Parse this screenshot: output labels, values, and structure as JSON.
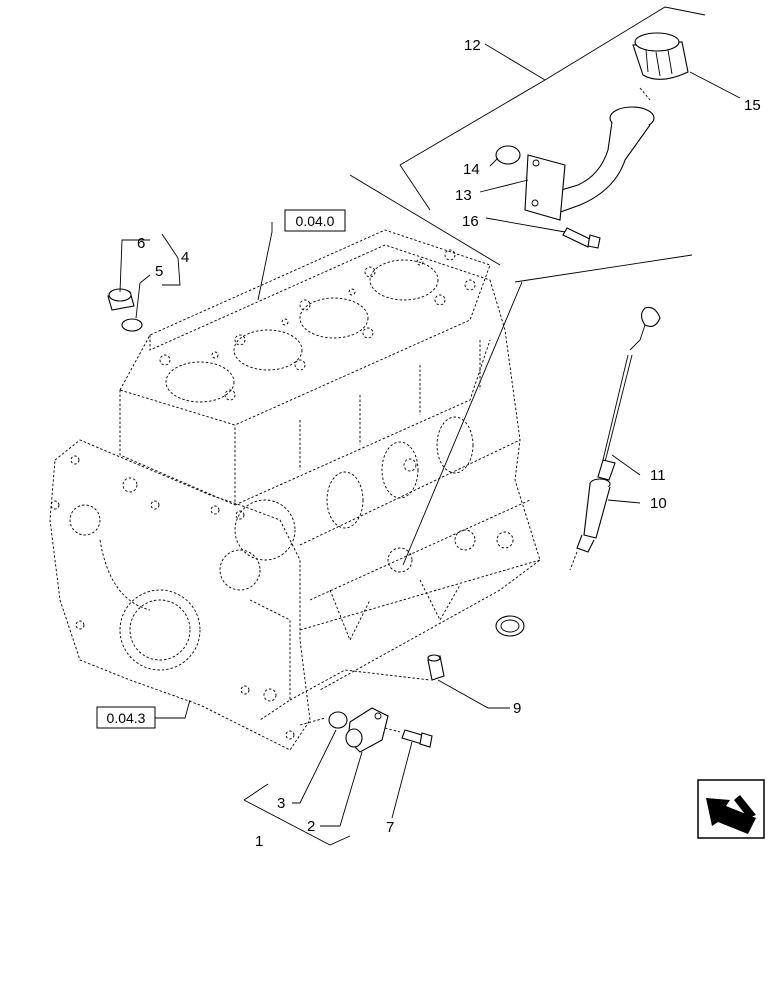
{
  "diagram": {
    "part_numbers": {
      "p1": "1",
      "p2": "2",
      "p3": "3",
      "p4": "4",
      "p5": "5",
      "p6": "6",
      "p7": "7",
      "p9": "9",
      "p10": "10",
      "p11": "11",
      "p12": "12",
      "p13": "13",
      "p14": "14",
      "p15": "15",
      "p16": "16"
    },
    "references": {
      "block_ref": "0.04.0",
      "cover_ref": "0.04.3"
    },
    "nav_icon": "arrow-icon"
  }
}
